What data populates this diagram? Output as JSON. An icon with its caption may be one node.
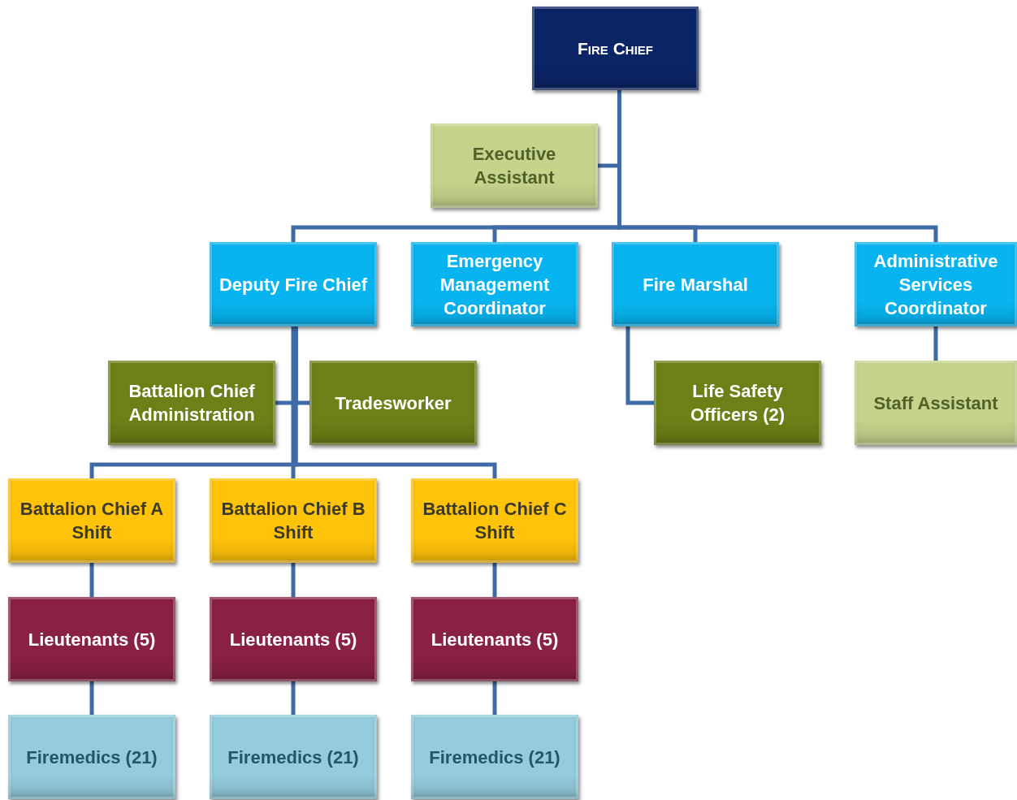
{
  "diagram": {
    "nodes": [
      {
        "text": [
          "Fire Chief"
        ]
      },
      {
        "text": [
          "Executive Assistant"
        ]
      },
      {
        "text": [
          "Deputy Fire Chief"
        ]
      },
      {
        "text": [
          "Emergency Management Coordinator"
        ]
      },
      {
        "text": [
          "Fire Marshal"
        ]
      },
      {
        "text": [
          "Administrative Services Coordinator"
        ]
      },
      {
        "text": [
          "Battalion Chief Administration"
        ]
      },
      {
        "text": [
          "Tradesworker"
        ]
      },
      {
        "text": [
          "Life Safety Officers (2)"
        ]
      },
      {
        "text": [
          "Staff Assistant"
        ]
      },
      {
        "text": [
          "Battalion Chief A Shift"
        ]
      },
      {
        "text": [
          "Battalion Chief B Shift"
        ]
      },
      {
        "text": [
          "Battalion Chief C Shift"
        ]
      },
      {
        "text": [
          "Lieutenants (5)"
        ]
      },
      {
        "text": [
          "Lieutenants (5)"
        ]
      },
      {
        "text": [
          "Lieutenants (5)"
        ]
      },
      {
        "text": [
          "Firemedics (21)"
        ]
      },
      {
        "text": [
          "Firemedics (21)"
        ]
      },
      {
        "text": [
          "Firemedics (21)"
        ]
      }
    ],
    "edges": [
      {
        "from": 0,
        "to": 1,
        "arrow": "none"
      },
      {
        "from": 0,
        "to": 2,
        "arrow": "none"
      },
      {
        "from": 0,
        "to": 3,
        "arrow": "none"
      },
      {
        "from": 0,
        "to": 4,
        "arrow": "none"
      },
      {
        "from": 0,
        "to": 5,
        "arrow": "none"
      },
      {
        "from": 2,
        "to": 6,
        "arrow": "none"
      },
      {
        "from": 2,
        "to": 7,
        "arrow": "none"
      },
      {
        "from": 4,
        "to": 8,
        "arrow": "none"
      },
      {
        "from": 5,
        "to": 9,
        "arrow": "none"
      },
      {
        "from": 2,
        "to": 10,
        "arrow": "none"
      },
      {
        "from": 2,
        "to": 11,
        "arrow": "none"
      },
      {
        "from": 2,
        "to": 12,
        "arrow": "none"
      },
      {
        "from": 10,
        "to": 13,
        "arrow": "none"
      },
      {
        "from": 11,
        "to": 14,
        "arrow": "none"
      },
      {
        "from": 12,
        "to": 15,
        "arrow": "none"
      },
      {
        "from": 13,
        "to": 16,
        "arrow": "none"
      },
      {
        "from": 14,
        "to": 17,
        "arrow": "none"
      },
      {
        "from": 15,
        "to": 18,
        "arrow": "none"
      }
    ]
  }
}
